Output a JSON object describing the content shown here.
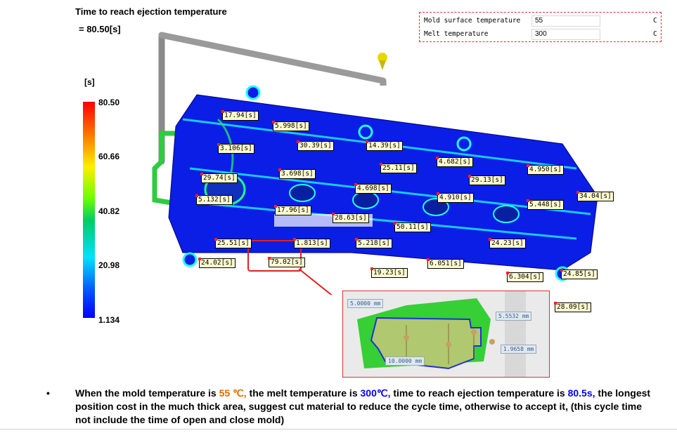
{
  "header": {
    "title": "Time to reach ejection temperature",
    "value": "= 80.50[s]"
  },
  "params": {
    "mold_label": "Mold surface temperature",
    "mold_value": "55",
    "mold_unit": "C",
    "melt_label": "Melt temperature",
    "melt_value": "300",
    "melt_unit": "C"
  },
  "legend": {
    "unit": "[s]",
    "ticks": [
      "80.50",
      "60.66",
      "40.82",
      "20.98",
      "1.134"
    ]
  },
  "probes": [
    "17.94[s]",
    "5.998[s]",
    "3.106[s]",
    "30.39[s]",
    "14.39[s]",
    "4.682[s]",
    "25.11[s]",
    "4.950[s]",
    "29.74[s]",
    "3.698[s]",
    "29.13[s]",
    "4.698[s]",
    "5.132[s]",
    "4.910[s]",
    "34.04[s]",
    "5.448[s]",
    "17.96[s]",
    "28.63[s]",
    "50.11[s]",
    "25.51[s]",
    "1.813[s]",
    "5.218[s]",
    "24.23[s]",
    "24.02[s]",
    "79.02[s]",
    "6.051[s]",
    "19.23[s]",
    "6.304[s]",
    "24.85[s]",
    "28.09[s]"
  ],
  "inset": {
    "dims": [
      "5.0000 mm",
      "5.5532 mm",
      "1.9658 mm",
      "10.0000 mm"
    ]
  },
  "note": {
    "p1": "When the mold temperature is ",
    "mold": "55 ℃,",
    "p2": " the melt temperature is ",
    "melt": "300℃,",
    "p3": " time to reach ejection temperature is ",
    "time": "80.5s,",
    "p4": " the longest position cost in the much thick area, suggest cut material to reduce the cycle time, otherwise to accept it, (this cycle time not include the time of open and close mold)"
  },
  "colors": {
    "part": "#0a1ee6",
    "highlight": "#e03030",
    "runner": "#2ecc40",
    "accent_text": "#0000ff",
    "mold_temp_text": "#e06a00"
  }
}
